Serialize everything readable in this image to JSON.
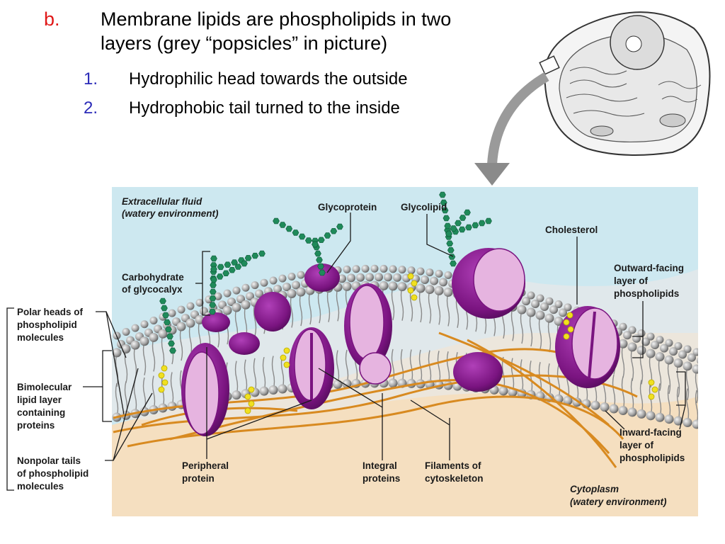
{
  "slide": {
    "point_b": {
      "marker": "b.",
      "marker_color": "#e01818",
      "lines": [
        "Membrane lipids are phospholipids in two",
        "layers (grey “popsicles” in picture)"
      ]
    },
    "subpoints": [
      {
        "num": "1.",
        "text": "Hydrophilic head towards the outside"
      },
      {
        "num": "2.",
        "text": "Hydrophobic tail turned to the inside"
      }
    ]
  },
  "figure": {
    "region_labels": {
      "extracellular": [
        "Extracellular fluid",
        "(watery environment)"
      ],
      "cytoplasm": [
        "Cytoplasm",
        "(watery environment)"
      ]
    },
    "labels": {
      "glycoprotein": [
        "Glycoprotein"
      ],
      "glycolipid": [
        "Glycolipid"
      ],
      "cholesterol": [
        "Cholesterol"
      ],
      "carbohydrate": [
        "Carbohydrate",
        "of glycocalyx"
      ],
      "outward": [
        "Outward-facing",
        "layer of",
        "phospholipids"
      ],
      "polar_heads": [
        "Polar heads of",
        "phospholipid",
        "molecules"
      ],
      "bimolecular": [
        "Bimolecular",
        "lipid layer",
        "containing",
        "proteins"
      ],
      "nonpolar_tails": [
        "Nonpolar tails",
        "of phospholipid",
        "molecules"
      ],
      "peripheral": [
        "Peripheral",
        "protein"
      ],
      "integral": [
        "Integral",
        "proteins"
      ],
      "filaments": [
        "Filaments of",
        "cytoskeleton"
      ],
      "inward": [
        "Inward-facing",
        "layer of",
        "phospholipids"
      ]
    },
    "colors": {
      "extracellular_bg": "#cde8f0",
      "cytoplasm_bg": "#f5dfc0",
      "protein": "#7a1480",
      "protein_light": "#e6b4e0",
      "lipid_head": "#a8a8a8",
      "cholesterol": "#f0e020",
      "carbohydrate": "#1f8a5a",
      "filament": "#d88a20"
    }
  }
}
